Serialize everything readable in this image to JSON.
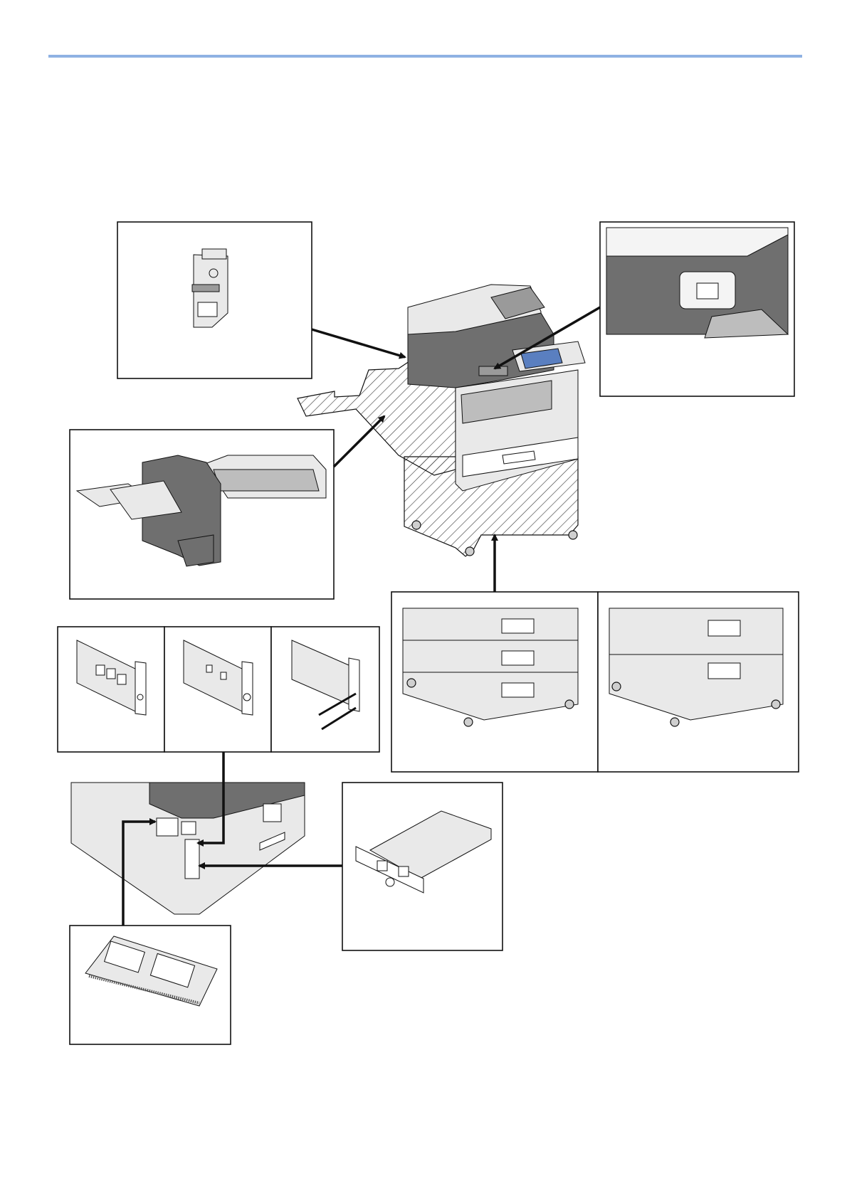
{
  "page": {
    "rule_color": "#8fb2e3",
    "line_color": "#111111",
    "hatch_color": "#444444",
    "device_fill": "#e9e9e9",
    "dark_part_fill": "#6f6f6f",
    "panel_screen_color": "#5a7fc0"
  },
  "diagram": {
    "main_unit": "multifunction-printer",
    "callouts": [
      "card-reader-holder",
      "finisher-unit",
      "card-reader-slot-closeup",
      "paper-feeder-3-tray",
      "paper-feeder-2-tray",
      "expansion-card-fax",
      "expansion-card-serial",
      "expansion-card-interface",
      "network-interface-kit",
      "memory-module",
      "rear-connector-panel"
    ]
  }
}
